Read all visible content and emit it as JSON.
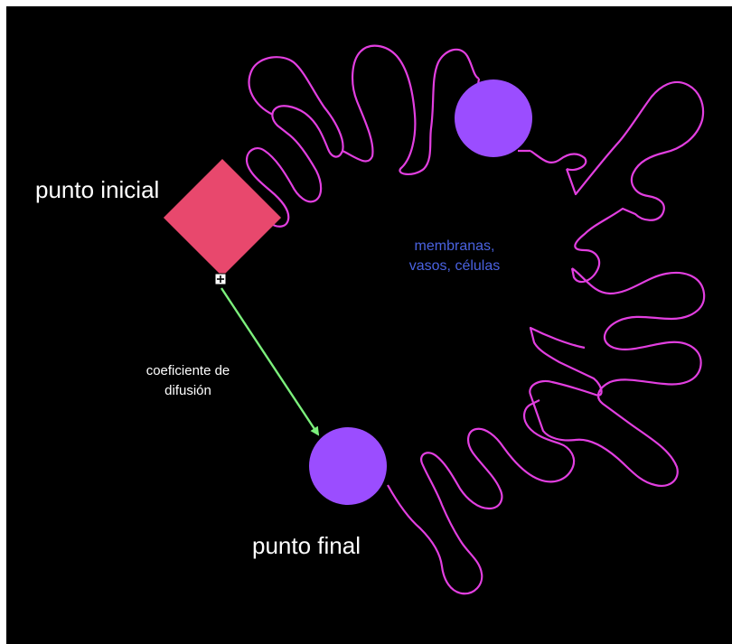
{
  "labels": {
    "start": "punto inicial",
    "end": "punto final",
    "coefficient_line1": "coeficiente de",
    "coefficient_line2": "difusión",
    "tissue_line1": "membranas,",
    "tissue_line2": "vasos, células"
  },
  "colors": {
    "background": "#000000",
    "diamond": "#e8486d",
    "circle": "#9b4dff",
    "outline": "#e23fe0",
    "arrow": "#7cf07c",
    "tissue_text": "#4a62e0",
    "text": "#ffffff"
  },
  "icons": {
    "handle": "plus-box-icon"
  }
}
